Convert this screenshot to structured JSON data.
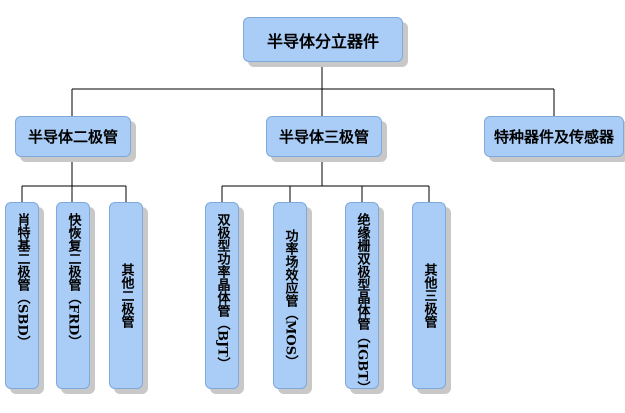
{
  "root": {
    "label": "半导体分立器件"
  },
  "categories": [
    {
      "label": "半导体二极管"
    },
    {
      "label": "半导体三极管"
    },
    {
      "label": "特种器件及传感器"
    }
  ],
  "diodes": [
    {
      "label": "肖特基二极管（SBD）"
    },
    {
      "label": "快恢复二极管（FRD）"
    },
    {
      "label": "其他二极管"
    }
  ],
  "transistors": [
    {
      "label": "双极型功率晶体管（BJT）"
    },
    {
      "label": "功率场效应管（MOS）"
    },
    {
      "label": "绝缘栅双极型晶体管（IGBT）"
    },
    {
      "label": "其他三极管"
    }
  ]
}
